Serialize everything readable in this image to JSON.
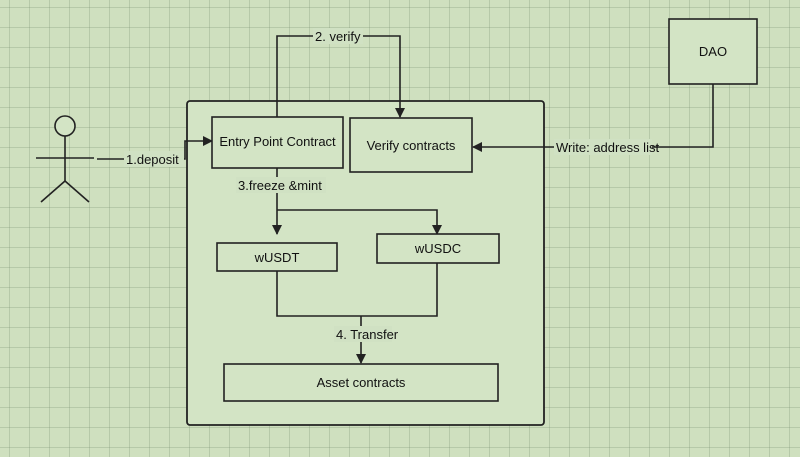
{
  "nodes": {
    "entry": "Entry Point Contract",
    "verify": "Verify contracts",
    "dao": "DAO",
    "wusdt": "wUSDT",
    "wusdc": "wUSDC",
    "asset": "Asset contracts"
  },
  "edges": {
    "deposit": "1.deposit",
    "verify": "2. verify",
    "freeze_mint": "3.freeze &mint",
    "transfer": "4. Transfer",
    "write": "Write: address list"
  },
  "colors": {
    "background": "#cfe0bf",
    "box_fill": "#d3e4c5",
    "stroke": "#222222"
  }
}
